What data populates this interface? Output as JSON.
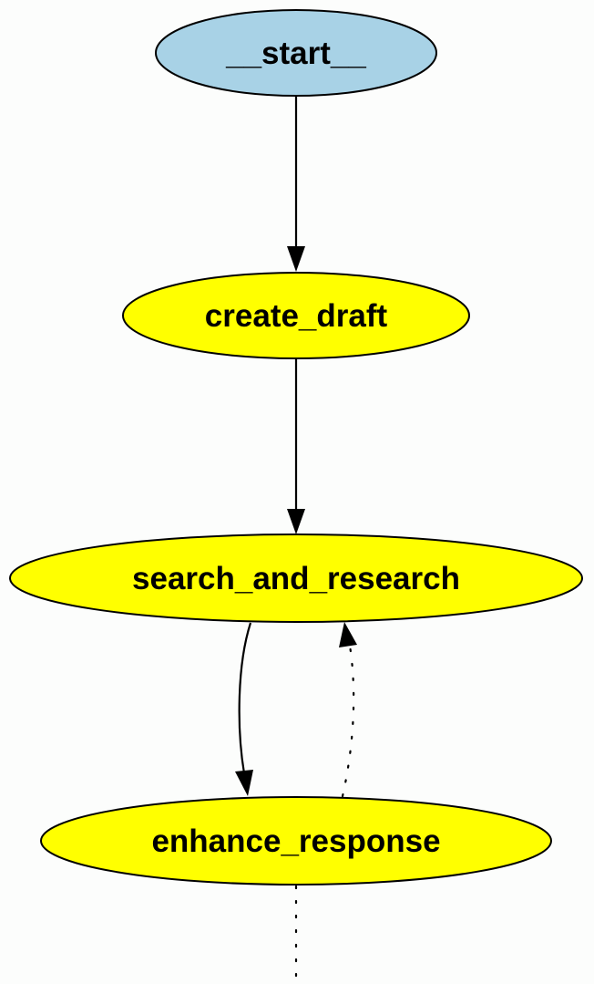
{
  "colors": {
    "start_fill": "#a8d2e6",
    "node_fill": "#ffff00",
    "stroke": "#000000",
    "background": "#fcfdfc"
  },
  "nodes": [
    {
      "id": "start",
      "label": "__start__"
    },
    {
      "id": "create_draft",
      "label": "create_draft"
    },
    {
      "id": "search_and_research",
      "label": "search_and_research"
    },
    {
      "id": "enhance_response",
      "label": "enhance_response"
    }
  ],
  "edges": [
    {
      "from": "start",
      "to": "create_draft",
      "style": "solid"
    },
    {
      "from": "create_draft",
      "to": "search_and_research",
      "style": "solid"
    },
    {
      "from": "search_and_research",
      "to": "enhance_response",
      "style": "solid"
    },
    {
      "from": "enhance_response",
      "to": "search_and_research",
      "style": "dotted"
    },
    {
      "from": "enhance_response",
      "to": "",
      "style": "dotted"
    }
  ]
}
